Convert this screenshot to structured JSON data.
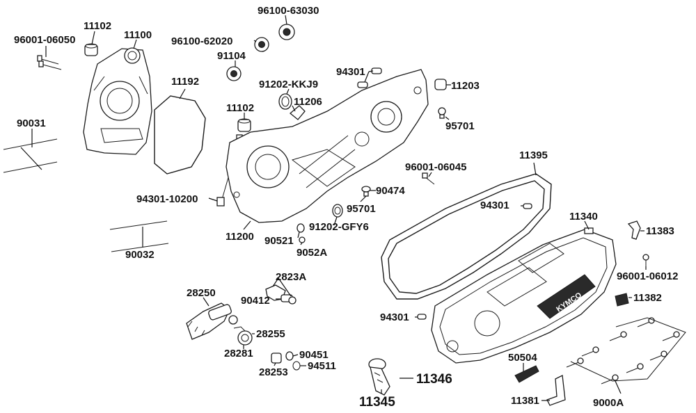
{
  "labels": {
    "p96100_63030": "96100-63030",
    "p11102_a": "11102",
    "p11100": "11100",
    "p96001_06050": "96001-06050",
    "p96100_62020": "96100-62020",
    "p91104": "91104",
    "p11192": "11192",
    "p91202_kkj9": "91202-KKJ9",
    "p94301_a": "94301",
    "p11203": "11203",
    "p11206": "11206",
    "p11102_b": "11102",
    "p95701_a": "95701",
    "p90031": "90031",
    "p11395": "11395",
    "p96001_06045": "96001-06045",
    "p90474": "90474",
    "p94301_10200": "94301-10200",
    "p94301_b": "94301",
    "p95701_b": "95701",
    "p11340": "11340",
    "p11383": "11383",
    "p91202_gfy6": "91202-GFY6",
    "p11200": "11200",
    "p90521": "90521",
    "p9052a": "9052A",
    "p90032": "90032",
    "p96001_06012": "96001-06012",
    "p2823a": "2823A",
    "p28250": "28250",
    "p90412": "90412",
    "p11382": "11382",
    "p94301_c": "94301",
    "p28255": "28255",
    "p28281": "28281",
    "p90451": "90451",
    "p94511": "94511",
    "p28253": "28253",
    "p50504": "50504",
    "p11346": "11346",
    "p11345": "11345",
    "p11381": "11381",
    "p9000a": "9000A"
  },
  "cover_logo": "KYMCO"
}
